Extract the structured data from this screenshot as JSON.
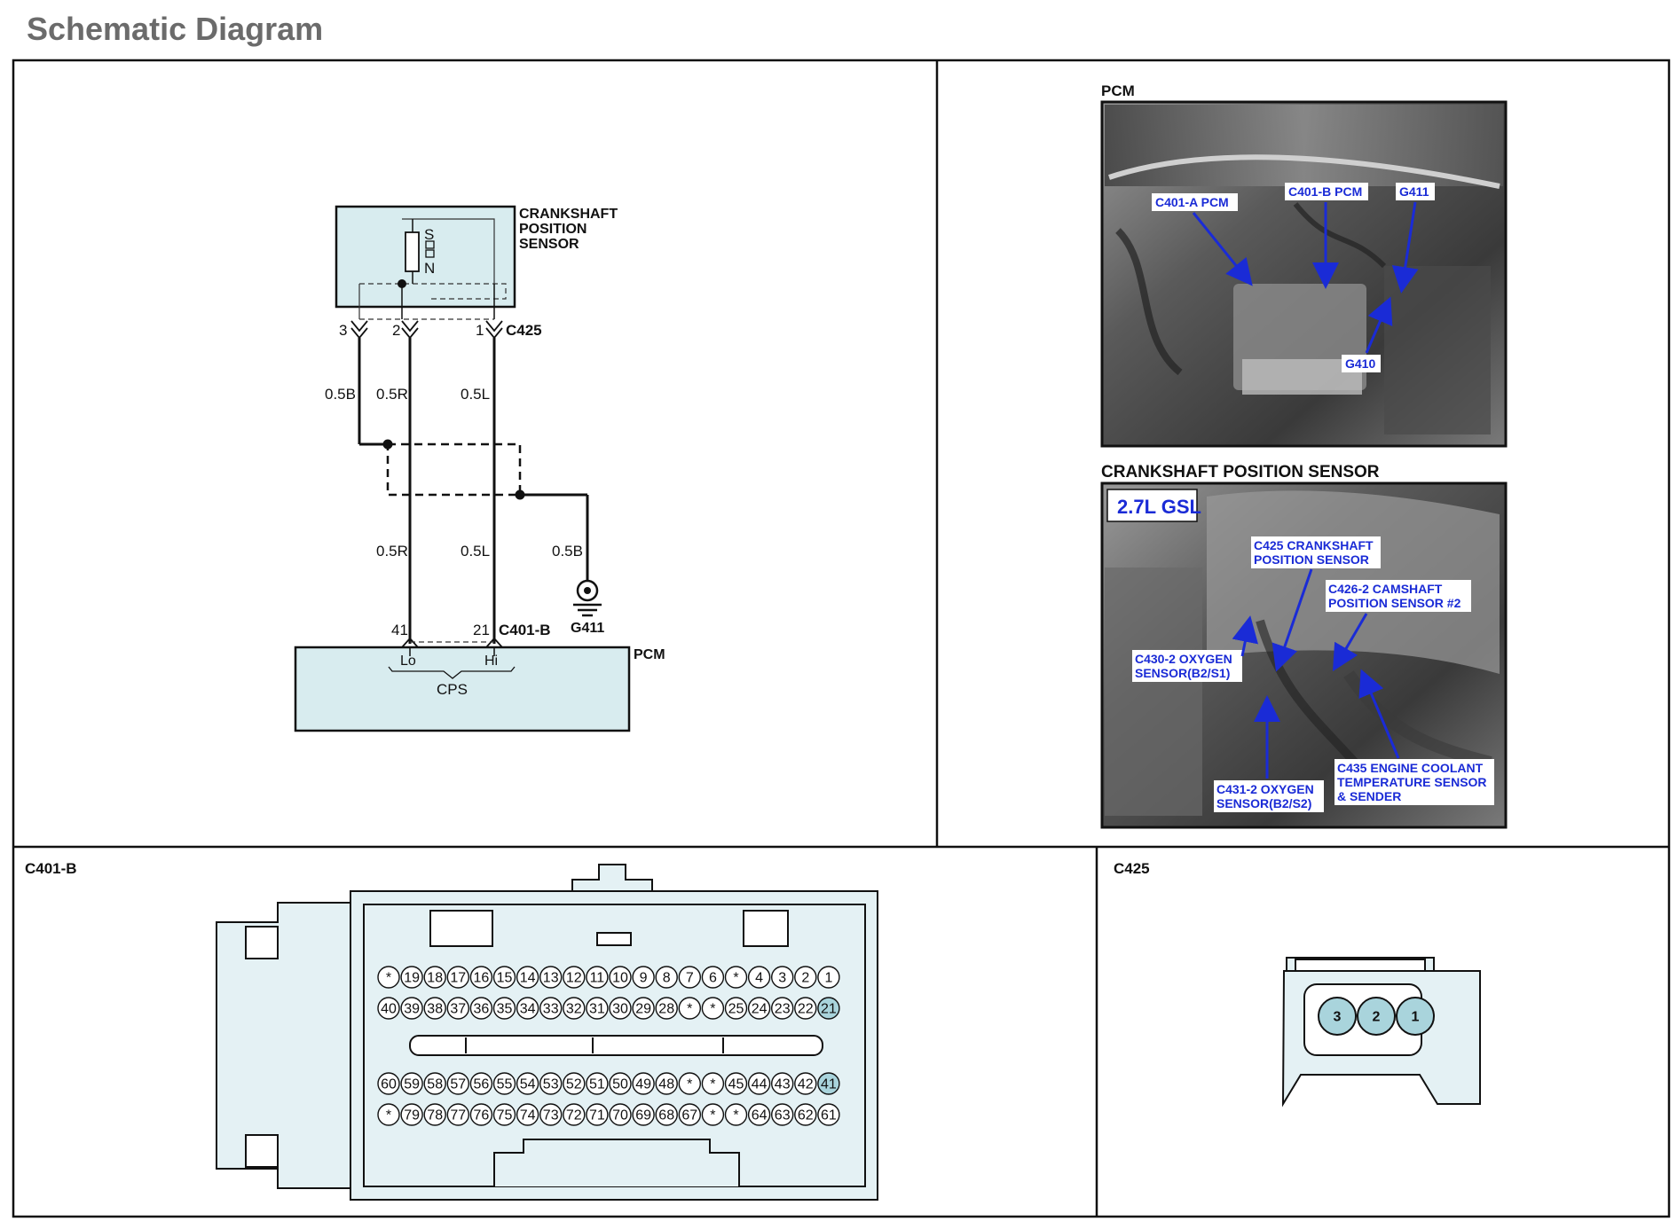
{
  "header": {
    "title": "Schematic Diagram"
  },
  "schematic": {
    "sensor_name": [
      "CRANKSHAFT",
      "POSITION",
      "SENSOR"
    ],
    "sensor_poles": {
      "s": "S",
      "n": "N"
    },
    "c425_connector": "C425",
    "c425_pins": [
      "3",
      "2",
      "1"
    ],
    "wires_upper": [
      "0.5B",
      "0.5R",
      "0.5L"
    ],
    "wires_lower": [
      "0.5R",
      "0.5L",
      "0.5B"
    ],
    "pcm_connector": "C401-B",
    "pcm_pins": [
      "41",
      "21"
    ],
    "ground": "G411",
    "pcm_name": "PCM",
    "pcm_terminals": {
      "lo": "Lo",
      "hi": "Hi"
    },
    "pcm_function": "CPS"
  },
  "photos": {
    "pcm_title": "PCM",
    "pcm_labels": [
      "C401-A PCM",
      "C401-B PCM",
      "G411",
      "G410"
    ],
    "cps_title": "CRANKSHAFT POSITION SENSOR",
    "cps_badge": "2.7L GSL",
    "cps_labels": [
      [
        "C425 CRANKSHAFT",
        "POSITION SENSOR"
      ],
      [
        "C426-2 CAMSHAFT",
        "POSITION SENSOR #2"
      ],
      [
        "C430-2 OXYGEN",
        "SENSOR(B2/S1)"
      ],
      [
        "C431-2 OXYGEN",
        "SENSOR(B2/S2)"
      ],
      [
        "C435 ENGINE COOLANT",
        "TEMPERATURE SENSOR",
        "& SENDER"
      ]
    ]
  },
  "connector_c401b": {
    "label": "C401-B",
    "row1": [
      "*",
      "19",
      "18",
      "17",
      "16",
      "15",
      "14",
      "13",
      "12",
      "11",
      "10",
      "9",
      "8",
      "7",
      "6",
      "*",
      "4",
      "3",
      "2",
      "1"
    ],
    "row2": [
      "40",
      "39",
      "38",
      "37",
      "36",
      "35",
      "34",
      "33",
      "32",
      "31",
      "30",
      "29",
      "28",
      "*",
      "*",
      "25",
      "24",
      "23",
      "22",
      "21"
    ],
    "row3": [
      "60",
      "59",
      "58",
      "57",
      "56",
      "55",
      "54",
      "53",
      "52",
      "51",
      "50",
      "49",
      "48",
      "*",
      "*",
      "45",
      "44",
      "43",
      "42",
      "41"
    ],
    "row4": [
      "*",
      "79",
      "78",
      "77",
      "76",
      "75",
      "74",
      "73",
      "72",
      "71",
      "70",
      "69",
      "68",
      "67",
      "*",
      "*",
      "64",
      "63",
      "62",
      "61"
    ],
    "highlight": [
      "21",
      "41"
    ],
    "highlight_color": "#a9d4dc"
  },
  "connector_c425": {
    "label": "C425",
    "pins": [
      "3",
      "2",
      "1"
    ],
    "pin_color": "#a9d4dc"
  },
  "colors": {
    "component_fill": "#d8ecef",
    "connector_fill": "#e4f1f4",
    "photo_link": "#1a2bd6",
    "title_gray": "#6b6b6b"
  }
}
